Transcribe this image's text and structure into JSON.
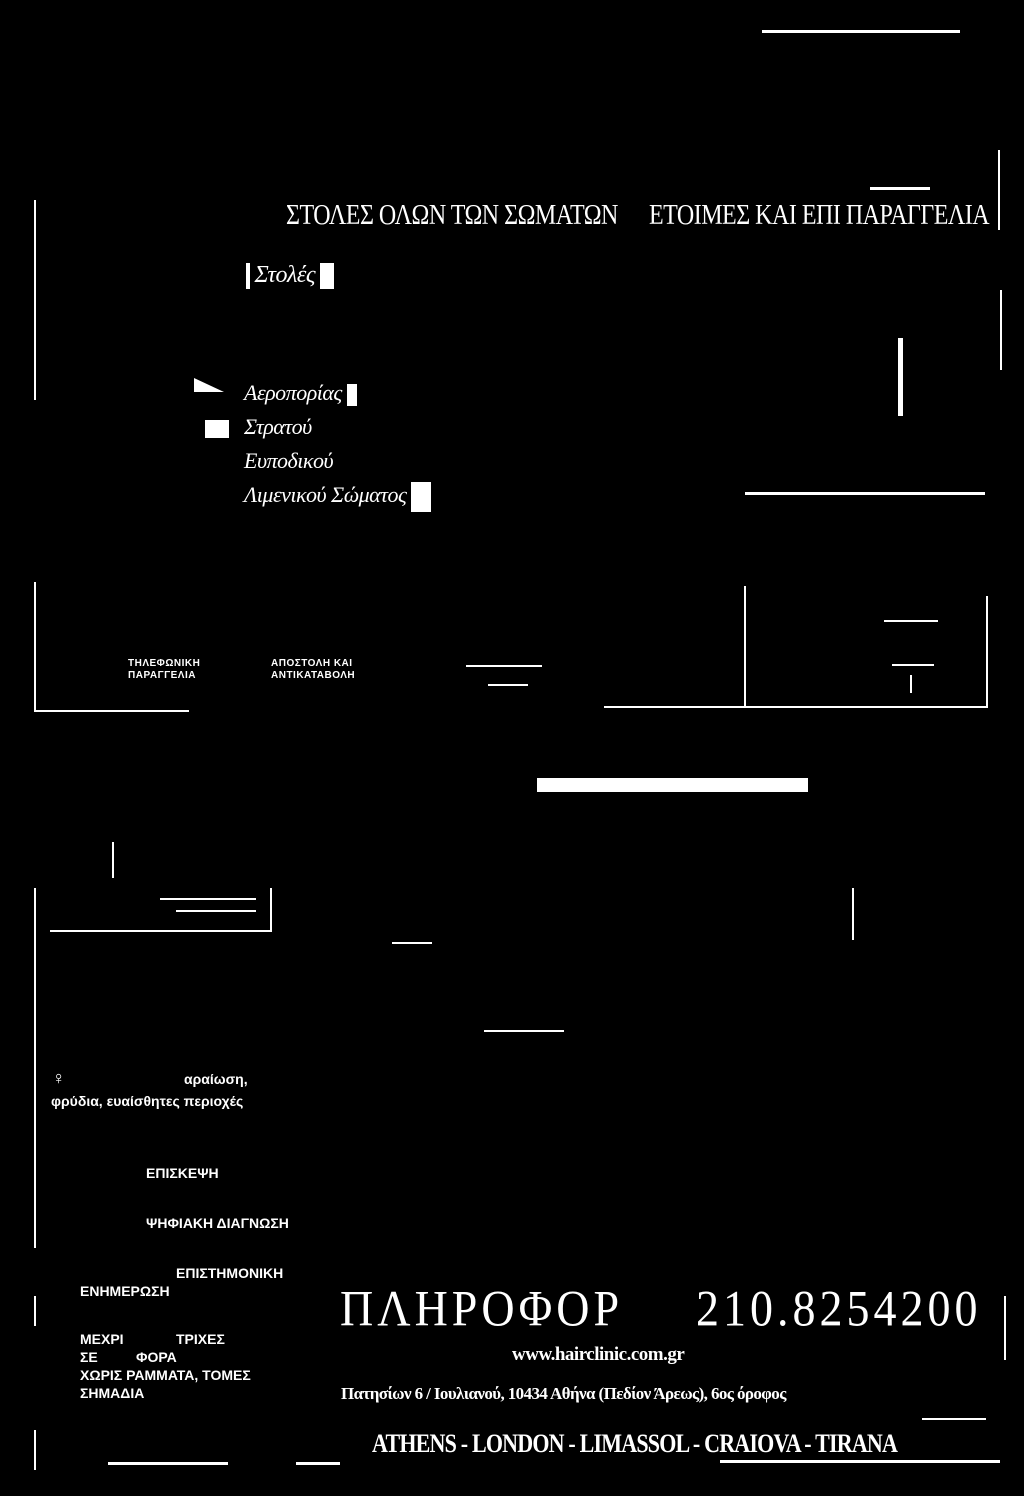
{
  "header": {
    "left_title": "ΣΤΟΛΕΣ ΟΛΩΝ ΤΩΝ ΣΩΜΑΤΩΝ",
    "right_title": "ΕΤΟΙΜΕΣ ΚΑΙ ΕΠΙ ΠΑΡΑΓΓΕΛΙΑ"
  },
  "section_label": "Στολές",
  "branches": [
    "Αεροπορίας",
    "Στρατού",
    "Ευποδικού",
    "Λιμενικού Σώματος"
  ],
  "order_info": {
    "phone_line1": "ΤΗΛΕΦΩΝΙΚΗ",
    "phone_line2": "ΠΑΡΑΓΓΕΛΙΑ",
    "ship_line1": "ΑΠΟΣΤΟΛΗ ΚΑΙ",
    "ship_line2": "ΑΝΤΙΚΑΤΑΒΟΛΗ"
  },
  "female": {
    "symbol": "♀",
    "line1": "αραίωση,",
    "line2": "φρύδια, ευαίσθητες περιοχές"
  },
  "services": {
    "visit": "ΕΠΙΣΚΕΨΗ",
    "diagnosis": "ΨΗΦΙΑΚΗ ΔΙΑΓΝΩΣΗ",
    "scientific": "ΕΠΙΣΤΗΜΟΝΙΚΗ",
    "update": "ΕΝΗΜΕΡΩΣΗ",
    "upto": "ΜΕΧΡΙ",
    "hairs": "ΤΡΙΧΕΣ",
    "se": "ΣΕ",
    "fora": "ΦΟΡΑ",
    "no_letters": "ΧΩΡΙΣ ΡΑΜΜΑΤΑ, ΤΟΜΕΣ",
    "marks": "ΣΗΜΑΔΙΑ"
  },
  "contact": {
    "info_label": "ΠΛΗΡΟΦΟΡ",
    "phone": "210.8254200",
    "website": "www.hairclinic.com.gr",
    "address": "Πατησίων 6 / Ιουλιανού, 10434 Αθήνα (Πεδίον Άρεως), 6ος όροφος",
    "cities": "ATHENS - LONDON - LIMASSOL - CRAIOVA - TIRANA"
  }
}
